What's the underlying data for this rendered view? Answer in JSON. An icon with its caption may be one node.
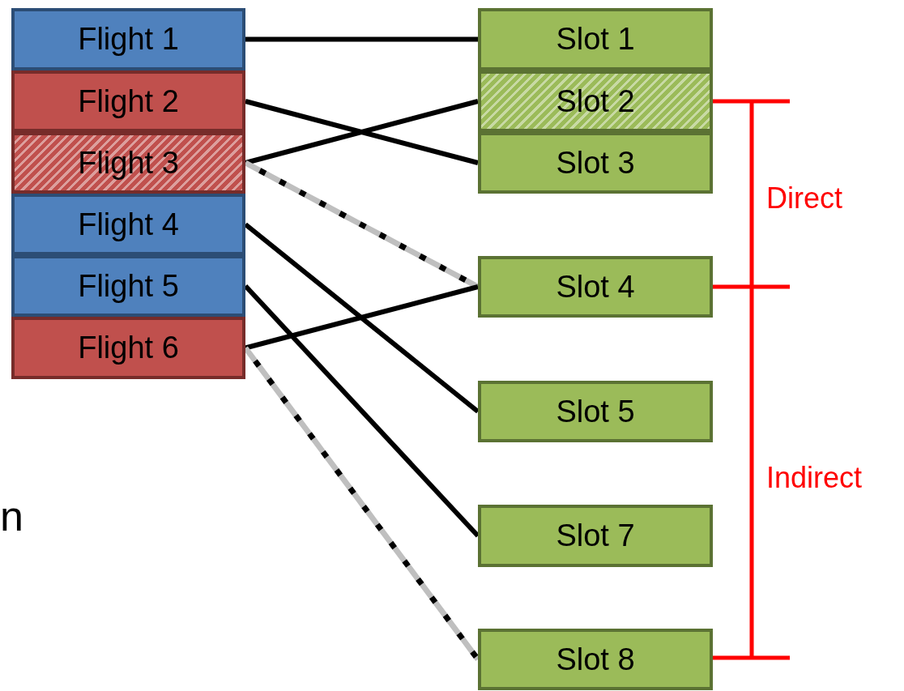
{
  "diagram": {
    "nodes": [
      {
        "text": [
          "Flight 1"
        ]
      },
      {
        "text": [
          "Flight 2"
        ]
      },
      {
        "text": [
          "Flight 3"
        ]
      },
      {
        "text": [
          "Flight 4"
        ]
      },
      {
        "text": [
          "Flight 5"
        ]
      },
      {
        "text": [
          "Flight 6"
        ]
      },
      {
        "text": [
          "Slot 1"
        ]
      },
      {
        "text": [
          "Slot 2"
        ]
      },
      {
        "text": [
          "Slot 3"
        ]
      },
      {
        "text": [
          "Slot 4"
        ]
      },
      {
        "text": [
          "Slot 5"
        ]
      },
      {
        "text": [
          "Slot 7"
        ]
      },
      {
        "text": [
          "Slot 8"
        ]
      }
    ],
    "edges": [
      {
        "from": 0,
        "to": 6,
        "arrow": "none"
      },
      {
        "from": 1,
        "to": 8,
        "arrow": "none"
      },
      {
        "from": 2,
        "to": 7,
        "arrow": "none"
      },
      {
        "from": 2,
        "to": 9,
        "arrow": "none",
        "style": "dashed",
        "color": "#bfbfbf"
      },
      {
        "from": 3,
        "to": 10,
        "arrow": "none"
      },
      {
        "from": 4,
        "to": 11,
        "arrow": "none"
      },
      {
        "from": 5,
        "to": 9,
        "arrow": "none"
      },
      {
        "from": 5,
        "to": 12,
        "arrow": "none",
        "style": "dashed",
        "color": "#bfbfbf"
      }
    ],
    "labels": [
      "Direct",
      "Indirect",
      "n"
    ]
  }
}
